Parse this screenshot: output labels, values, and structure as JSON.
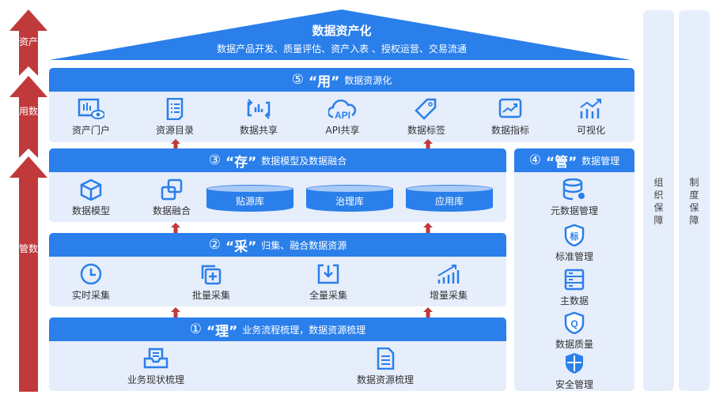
{
  "side_arrows": [
    {
      "label": "资产"
    },
    {
      "label": "用数"
    },
    {
      "label": "管数"
    }
  ],
  "roof": {
    "title": "数据资产化",
    "subtitle": "数据产品开发、质量评估、资产入表 、授权运营、交易流通"
  },
  "layer5": {
    "num": "⑤",
    "quote": "“用”",
    "title": "数据资源化",
    "items": [
      {
        "label": "资产门户",
        "icon": "portal-eye-icon"
      },
      {
        "label": "资源目录",
        "icon": "catalog-icon"
      },
      {
        "label": "数据共享",
        "icon": "share-icon"
      },
      {
        "label": "API共享",
        "icon": "api-cloud-icon"
      },
      {
        "label": "数据标签",
        "icon": "tag-icon"
      },
      {
        "label": "数据指标",
        "icon": "trend-icon"
      },
      {
        "label": "可视化",
        "icon": "bar-chart-icon"
      }
    ]
  },
  "layer3": {
    "num": "③",
    "quote": "“存”",
    "title": "数据模型及数据融合",
    "items": [
      {
        "label": "数据模型",
        "icon": "cube-icon"
      },
      {
        "label": "数据融合",
        "icon": "merge-icon"
      }
    ],
    "databases": [
      "贴源库",
      "治理库",
      "应用库"
    ]
  },
  "layer4": {
    "num": "④",
    "quote": "“管”",
    "title": "数据管理",
    "items": [
      {
        "label": "元数据管理",
        "icon": "database-gear-icon"
      },
      {
        "label": "标准管理",
        "icon": "shield-standard-icon"
      },
      {
        "label": "主数据",
        "icon": "server-icon"
      },
      {
        "label": "数据质量",
        "icon": "shield-q-icon"
      },
      {
        "label": "安全管理",
        "icon": "shield-security-icon"
      }
    ],
    "standard_glyph": "标"
  },
  "layer2": {
    "num": "②",
    "quote": "“采”",
    "title": "归集、融合数据资源",
    "items": [
      {
        "label": "实时采集",
        "icon": "clock-icon"
      },
      {
        "label": "批量采集",
        "icon": "batch-add-icon"
      },
      {
        "label": "全量采集",
        "icon": "download-tray-icon"
      },
      {
        "label": "增量采集",
        "icon": "growth-icon"
      }
    ]
  },
  "layer1": {
    "num": "①",
    "quote": "“理”",
    "title": "业务流程梳理，数据资源梳理",
    "items": [
      {
        "label": "业务现状梳理",
        "icon": "inbox-doc-icon"
      },
      {
        "label": "数据资源梳理",
        "icon": "document-icon"
      }
    ]
  },
  "pillars": [
    {
      "label": "组织保障"
    },
    {
      "label": "制度保障"
    }
  ],
  "colors": {
    "blue": "#2a7fea",
    "light": "#e6edfb",
    "red": "#c0393b"
  }
}
